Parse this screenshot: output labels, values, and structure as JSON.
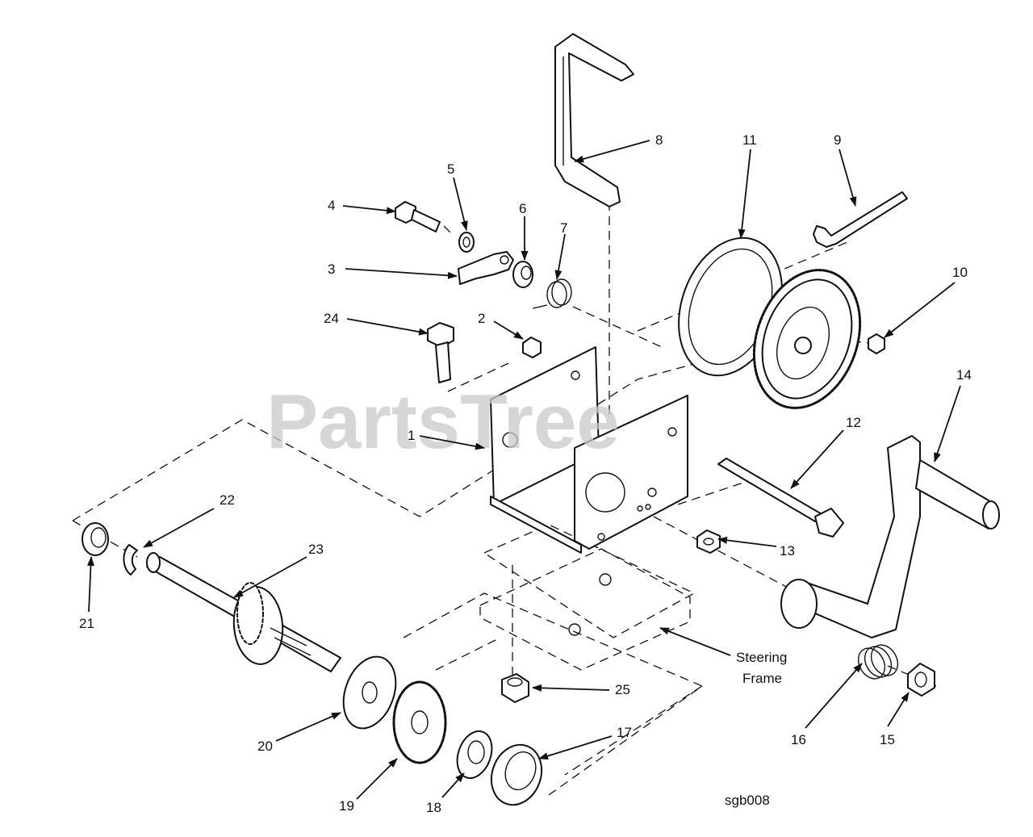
{
  "watermark": "PartsTree",
  "drawing_code": "sgb008",
  "callouts": {
    "c1": "1",
    "c2": "2",
    "c3": "3",
    "c4": "4",
    "c5": "5",
    "c6": "6",
    "c7": "7",
    "c8": "8",
    "c9": "9",
    "c10": "10",
    "c11": "11",
    "c12": "12",
    "c13": "13",
    "c14": "14",
    "c15": "15",
    "c16": "16",
    "c17": "17",
    "c18": "18",
    "c19": "19",
    "c20": "20",
    "c21": "21",
    "c22": "22",
    "c23": "23",
    "c24": "24",
    "c25": "25"
  },
  "steering_frame": {
    "line1": "Steering",
    "line2": "Frame"
  }
}
